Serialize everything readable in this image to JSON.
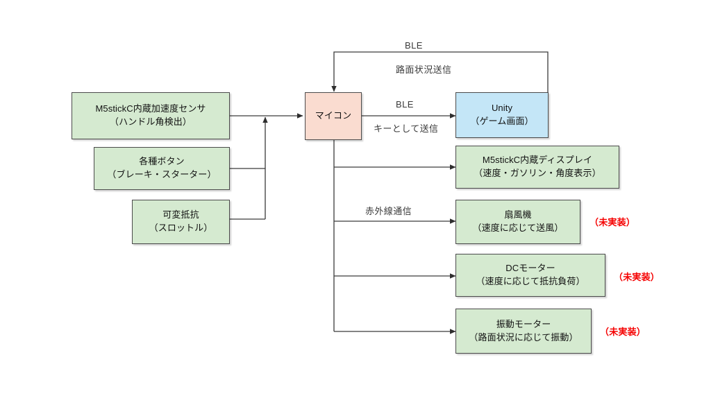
{
  "diagram": {
    "title": "",
    "colors": {
      "green": "#d5ead0",
      "peach": "#fadcd0",
      "blue": "#c4e6f7",
      "border": "#4a4a4a",
      "line": "#3a3a3a",
      "note_red": "#f50000",
      "background": "#ffffff"
    },
    "nodes": [
      {
        "id": "accel-sensor",
        "line1": "M5stickC内蔵加速度センサ",
        "line2": "（ハンドル角検出）",
        "color": "green"
      },
      {
        "id": "buttons",
        "line1": "各種ボタン",
        "line2": "（ブレーキ・スターター）",
        "color": "green"
      },
      {
        "id": "variable-resistor",
        "line1": "可変抵抗",
        "line2": "（スロットル）",
        "color": "green"
      },
      {
        "id": "microcontroller",
        "line1": "マイコン",
        "line2": "",
        "color": "peach"
      },
      {
        "id": "unity",
        "line1": "Unity",
        "line2": "（ゲーム画面）",
        "color": "blue"
      },
      {
        "id": "display",
        "line1": "M5stickC内蔵ディスプレイ",
        "line2": "（速度・ガソリン・角度表示）",
        "color": "green"
      },
      {
        "id": "fan",
        "line1": "扇風機",
        "line2": "（速度に応じて送風）",
        "color": "green"
      },
      {
        "id": "dc-motor",
        "line1": "DCモーター",
        "line2": "（速度に応じて抵抗負荷）",
        "color": "green"
      },
      {
        "id": "vibration-motor",
        "line1": "振動モーター",
        "line2": "（路面状況に応じて振動）",
        "color": "green"
      }
    ],
    "edge_labels": [
      {
        "id": "ble-top",
        "text": "BLE"
      },
      {
        "id": "road-condition-send",
        "text": "路面状況送信"
      },
      {
        "id": "ble-mid",
        "text": "BLE"
      },
      {
        "id": "send-as-key",
        "text": "キーとして送信"
      },
      {
        "id": "infrared-comm",
        "text": "赤外線通信"
      }
    ],
    "notes": [
      {
        "id": "fan-note",
        "text": "（未実装）"
      },
      {
        "id": "dc-motor-note",
        "text": "（未実装）"
      },
      {
        "id": "vibration-motor-note",
        "text": "（未実装）"
      }
    ]
  }
}
